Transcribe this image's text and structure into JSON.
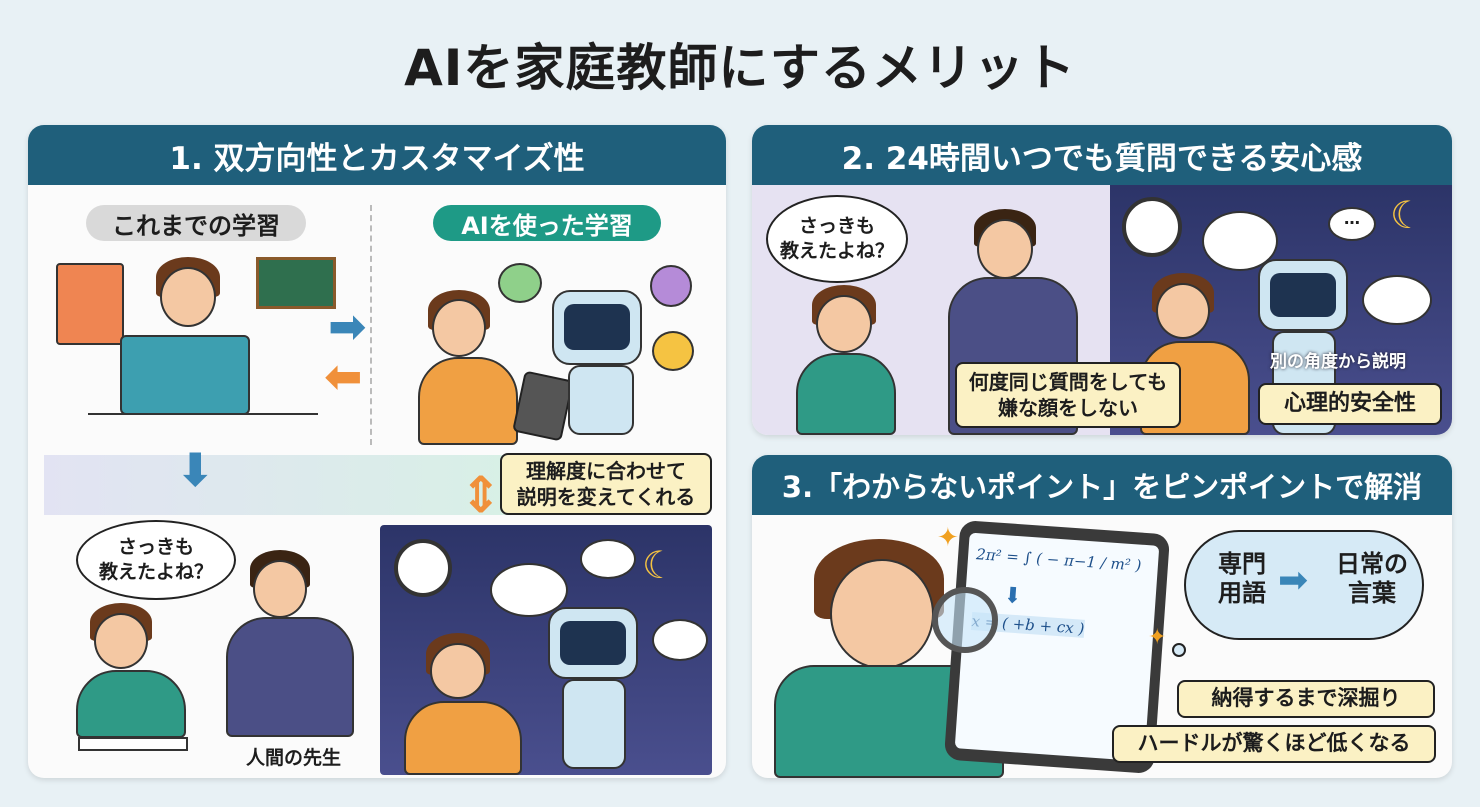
{
  "title": "AIを家庭教師にするメリット",
  "panel1": {
    "header": "1. 双方向性とカスタマイズ性",
    "traditional_label": "これまでの学習",
    "ai_label": "AIを使った学習",
    "callout": "理解度に合わせて\n説明を変えてくれる",
    "bubble": "さっきも\n教えたよね？",
    "teacher_label": "人間の先生"
  },
  "panel2": {
    "header": "2. 24時間いつでも質問できる安心感",
    "bubble": "さっきも\n教えたよね？",
    "callout": "何度同じ質問をしても\n嫌な顔をしない",
    "angle_text": "別の角度から説明",
    "safety_label": "心理的安全性"
  },
  "panel3": {
    "header": "3.「わからないポイント」をピンポイントで解消",
    "cloud_from": "専門\n用語",
    "cloud_to": "日常の\n言葉",
    "label1": "納得するまで深掘り",
    "label2": "ハードルが驚くほど低くなる",
    "formula1": "2π² = ∫ ( − π−1 / m² )",
    "formula2": "x = ( +b + cx )"
  },
  "colors": {
    "header": "#1f5f7b",
    "callout": "#fbf1c4",
    "accent_orange": "#f0903a",
    "accent_blue": "#3a86b8"
  }
}
